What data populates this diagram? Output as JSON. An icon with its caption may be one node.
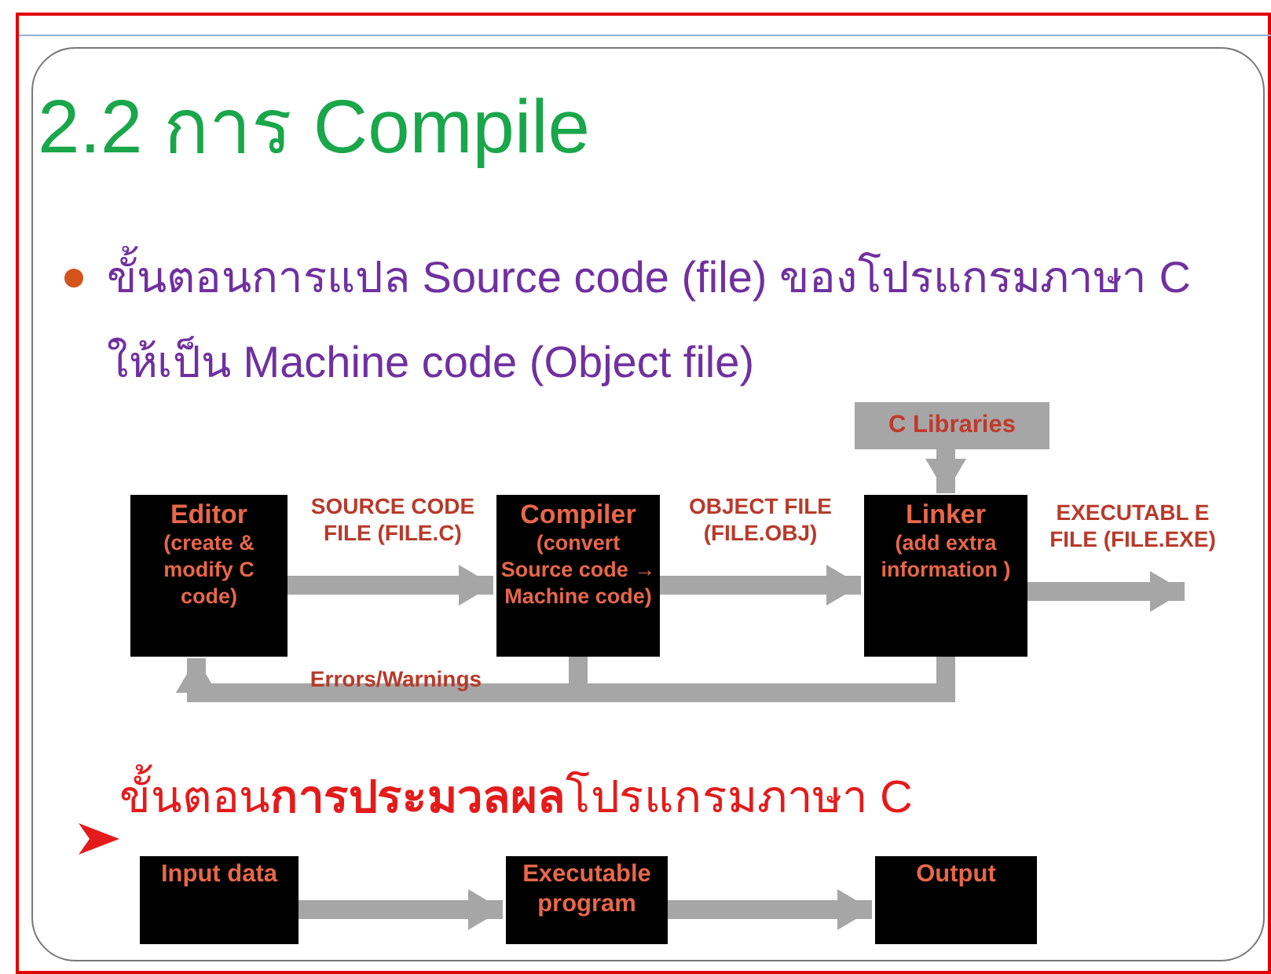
{
  "diagram": {
    "title": "2.2 การ Compile",
    "nodes": [
      {
        "text": [
          "Editor",
          "(create & modify C code)"
        ]
      },
      {
        "text": [
          "Compiler",
          "(convert Source code → Machine code)"
        ]
      },
      {
        "text": [
          "C Libraries"
        ]
      },
      {
        "text": [
          "Linker",
          "(add extra information )"
        ]
      },
      {
        "text": [
          "Input data"
        ]
      },
      {
        "text": [
          "Executable program"
        ]
      },
      {
        "text": [
          "Output"
        ]
      }
    ],
    "edges": [
      {
        "from": 0,
        "to": 1,
        "arrow": "to",
        "label": "SOURCE CODE FILE (FILE.C)"
      },
      {
        "from": 1,
        "to": 3,
        "arrow": "to",
        "label": "OBJECT FILE (FILE.OBJ)"
      },
      {
        "from": 2,
        "to": 3,
        "arrow": "to"
      },
      {
        "from": 3,
        "to": null,
        "arrow": "to",
        "label": "EXECUTABL E FILE (FILE.EXE)"
      },
      {
        "from": 1,
        "to": 0,
        "arrow": "to",
        "label": "Errors/Warnings"
      },
      {
        "from": 3,
        "to": 0,
        "arrow": "to"
      },
      {
        "from": 4,
        "to": 5,
        "arrow": "to"
      },
      {
        "from": 5,
        "to": 6,
        "arrow": "to"
      }
    ],
    "labels": [
      "ขั้นตอนการแปล Source code (file) ของโปรแกรมภาษา C ให้เป็น Machine code (Object file)",
      "ขั้นตอน**การประมวลผล**โปรแกรมภาษา C"
    ]
  }
}
